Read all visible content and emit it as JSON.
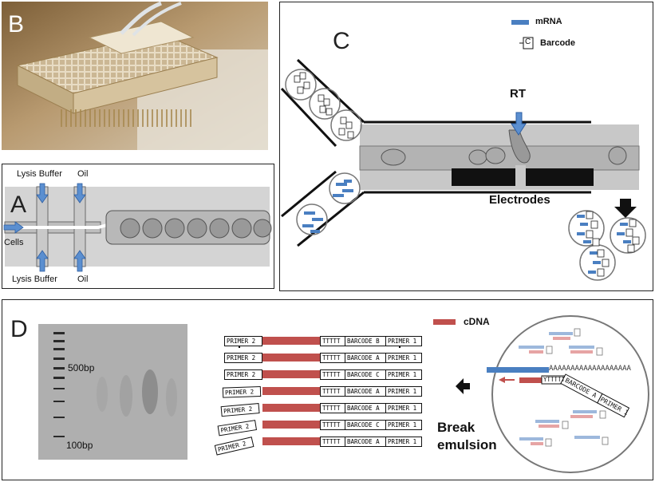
{
  "panel_b": {
    "letter": "B"
  },
  "panel_a": {
    "letter": "A",
    "lysis_top": "Lysis Buffer",
    "oil_top": "Oil",
    "cells": "Cells",
    "lysis_bottom": "Lysis Buffer",
    "oil_bottom": "Oil"
  },
  "panel_c": {
    "letter": "C",
    "legend_mrna": "mRNA",
    "legend_barcode": "Barcode",
    "legend_barcode_symbol": "C",
    "rt": "RT",
    "electrodes": "Electrodes"
  },
  "panel_d": {
    "letter": "D",
    "ladder_500": "500bp",
    "ladder_100": "100bp",
    "legend_cdna": "cDNA",
    "break_line1": "Break",
    "break_line2": "emulsion",
    "primer2": "PRIMER 2",
    "primer1": "PRIMER 1",
    "polyT": "TTTTT",
    "rows": [
      {
        "barcode": "BARCODE B"
      },
      {
        "barcode": "BARCODE A"
      },
      {
        "barcode": "BARCODE C"
      },
      {
        "barcode": "BARCODE A"
      },
      {
        "barcode": "BARCODE A"
      },
      {
        "barcode": "BARCODE C"
      },
      {
        "barcode": "BARCODE A"
      }
    ],
    "polyA": "AAAAAAAAAAAAAAAAAAA",
    "drop_yttt": "YTTTTT",
    "drop_barcode": "BARCODE A",
    "drop_primer": "PRIMER 1",
    "tag_letter": "A"
  },
  "colors": {
    "mrna": "#4a7fc1",
    "cdna": "#c0504d",
    "light_blue": "#9db8dc",
    "light_red": "#e6a4a4"
  }
}
